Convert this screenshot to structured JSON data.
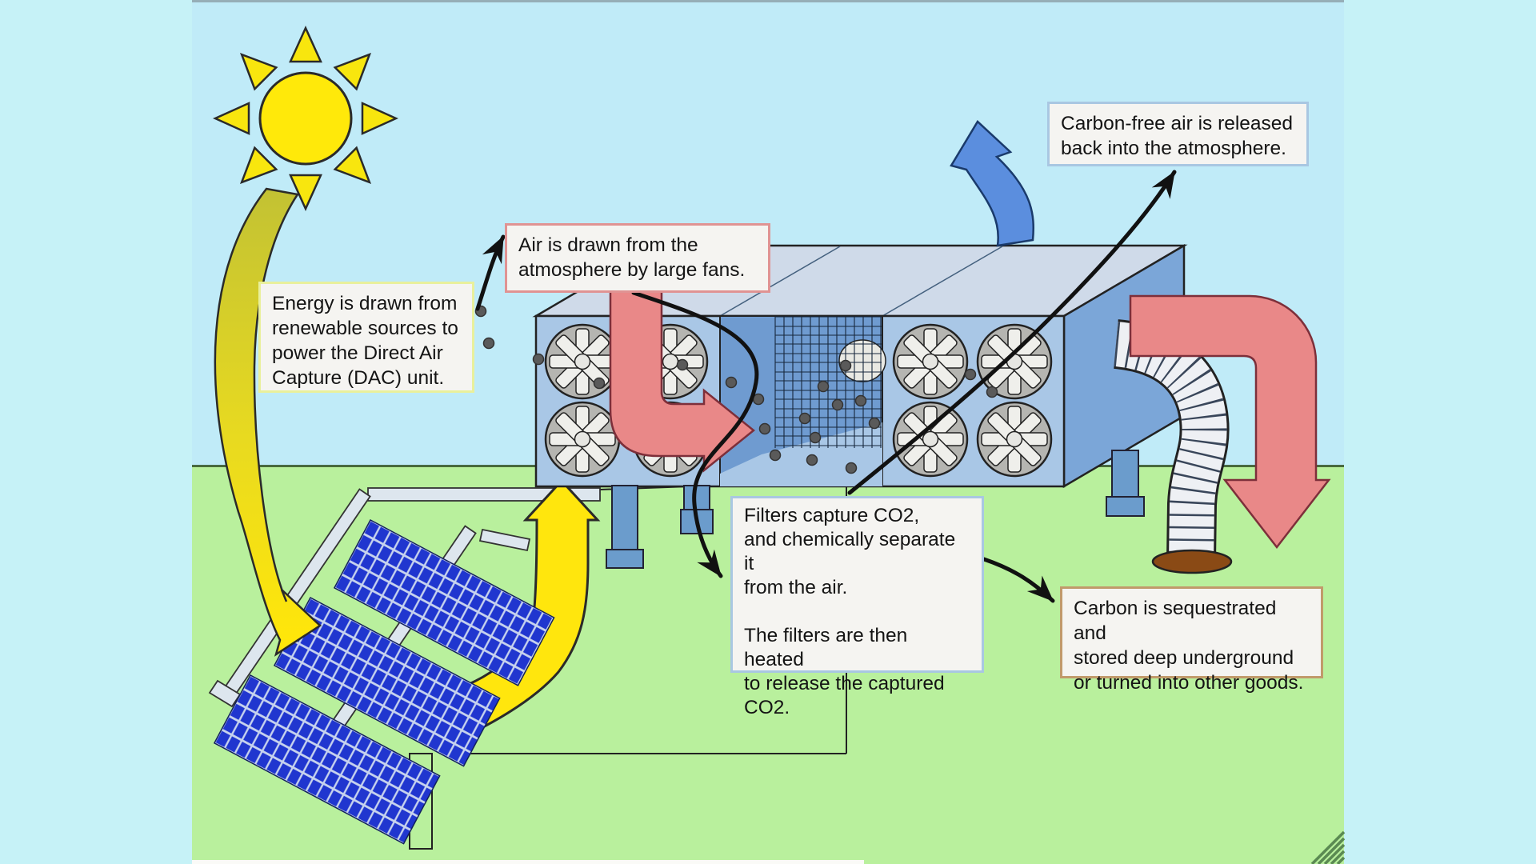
{
  "callouts": {
    "energy": "Energy is drawn from\nrenewable sources to\npower the Direct Air\nCapture (DAC) unit.",
    "air_intake": "Air is drawn from the\natmosphere by large fans.",
    "clean_air": "Carbon-free air is released\nback into the atmosphere.",
    "filters": "Filters capture CO2,\nand chemically separate it\nfrom the air.\n\nThe filters are then heated\nto release the captured\nCO2.",
    "sequestration": "Carbon is sequestrated and\nstored deep underground\nor turned into other goods."
  },
  "colors": {
    "sky": "#c0ebf8",
    "outer_margin": "#c6f2f7",
    "ground_green": "#b9f09d",
    "sun_yellow": "#ffe90a",
    "energy_arrow_yellow": "#ffe60d",
    "energy_arrow_olive": "#c3c233",
    "co2_arrow_red": "#e98888",
    "clean_air_arrow_blue": "#5b8ede",
    "solar_panel_blue": "#2036cf",
    "dac_body_light_blue": "#a9c7e6",
    "dac_filter_blue": "#6f9bd0",
    "dac_top_face": "#cfdae9",
    "dac_right_face": "#7ba6d8",
    "duct_white": "#eef0f4",
    "dirt_brown": "#8a4a15",
    "callout_bg": "#f5f4f1",
    "callout_border_energy": "#e9f09c",
    "callout_border_air": "#e09393",
    "callout_border_clean_air": "#a9c7e2",
    "callout_border_filters": "#a9c7e2",
    "callout_border_sequestration": "#c19a6b"
  }
}
